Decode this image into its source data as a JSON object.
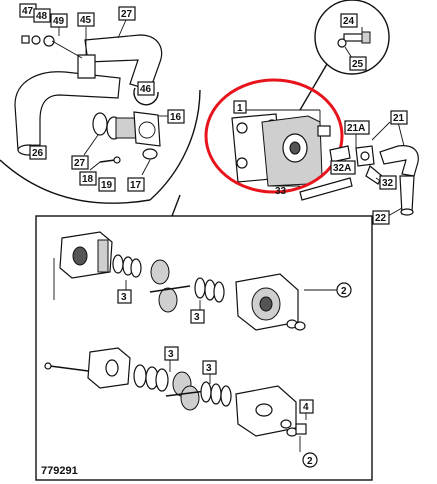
{
  "figure_id": "779291",
  "callouts": {
    "c47": "47",
    "c48": "48",
    "c49": "49",
    "c45": "45",
    "c27a": "27",
    "c46": "46",
    "c26": "26",
    "c27b": "27",
    "c18": "18",
    "c19": "19",
    "c16": "16",
    "c17": "17",
    "c1": "1",
    "c33": "33",
    "c24": "24",
    "c25": "25",
    "c21": "21",
    "c21a": "21A",
    "c32a": "32A",
    "c32": "32",
    "c22": "22",
    "c3a": "3",
    "c3b": "3",
    "c2a": "2",
    "c3c": "3",
    "c3d": "3",
    "c4": "4",
    "c2b": "2"
  },
  "highlight_color": "#e8141b"
}
